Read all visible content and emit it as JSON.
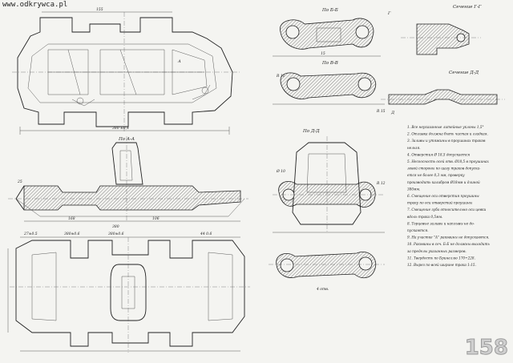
{
  "watermark": "www.odkrywca.pl",
  "page_number": "158",
  "section_labels": {
    "top_right_1": "По Б-Б",
    "top_right_2": "По В-В",
    "top_far_right_1": "Сечение Г-Г",
    "top_far_right_2": "Сечение Д-Д",
    "middle_right": "По Д-Д",
    "middle_left": "По А-А"
  },
  "dimensions": {
    "top_overall": "380 ±0,4",
    "top_sub": "155",
    "left_bottom_1": "27±0.5",
    "left_bottom_2": "380±0.6",
    "left_bottom_3": "380±0.6",
    "left_bottom_4": "44 0.6",
    "mid_a": "168",
    "mid_b": "106",
    "mid_c": "380",
    "mid_d": "25",
    "right_a": "15",
    "right_b": "R 11",
    "right_c": "R 15",
    "right_d": "R 12",
    "small_a": "Ø 10",
    "small_b": "4 отв."
  },
  "notes": [
    "1.  Все неуказанные литейные уклоны 1,5°",
    "2.  Отливка должна быть чистая и гладкая.",
    "3.  Заливы и утяжины в проушинах траков",
    "     нельзя.",
    "4.  Отверстия Ø 18,5 допускается",
    "5.  Несоосность осей отв. Ø18,5 в проушинах",
    "     левой стороны по шагу траков допуска-",
    "     ется не более 0,3 мм, проверку",
    "     производить калибром Ø18мм и длиной",
    "     380мм.",
    "6.  Смещение оси отверстия проушины",
    "     траку по оси отверстий проушины",
    "7.  Смещение зуба относительно оси цевки",
    "     вдоль трака 0,5мм.",
    "8.  Торцевые заливы и наплывы не до-",
    "     пускаются.",
    "9.  На участке \"А\" раковины не допускаются.",
    "10. Раковины в сеч. Б-Б не должны выходить",
    "     за пределы указанных размеров.",
    "11. Твердость по Бринеллю 170÷228.",
    "12. Вырез по всей ширине трака 1:15."
  ],
  "small_labels": {
    "a": "А",
    "b": "Б",
    "c": "В",
    "d": "Г",
    "e": "Д",
    "f": "А"
  }
}
